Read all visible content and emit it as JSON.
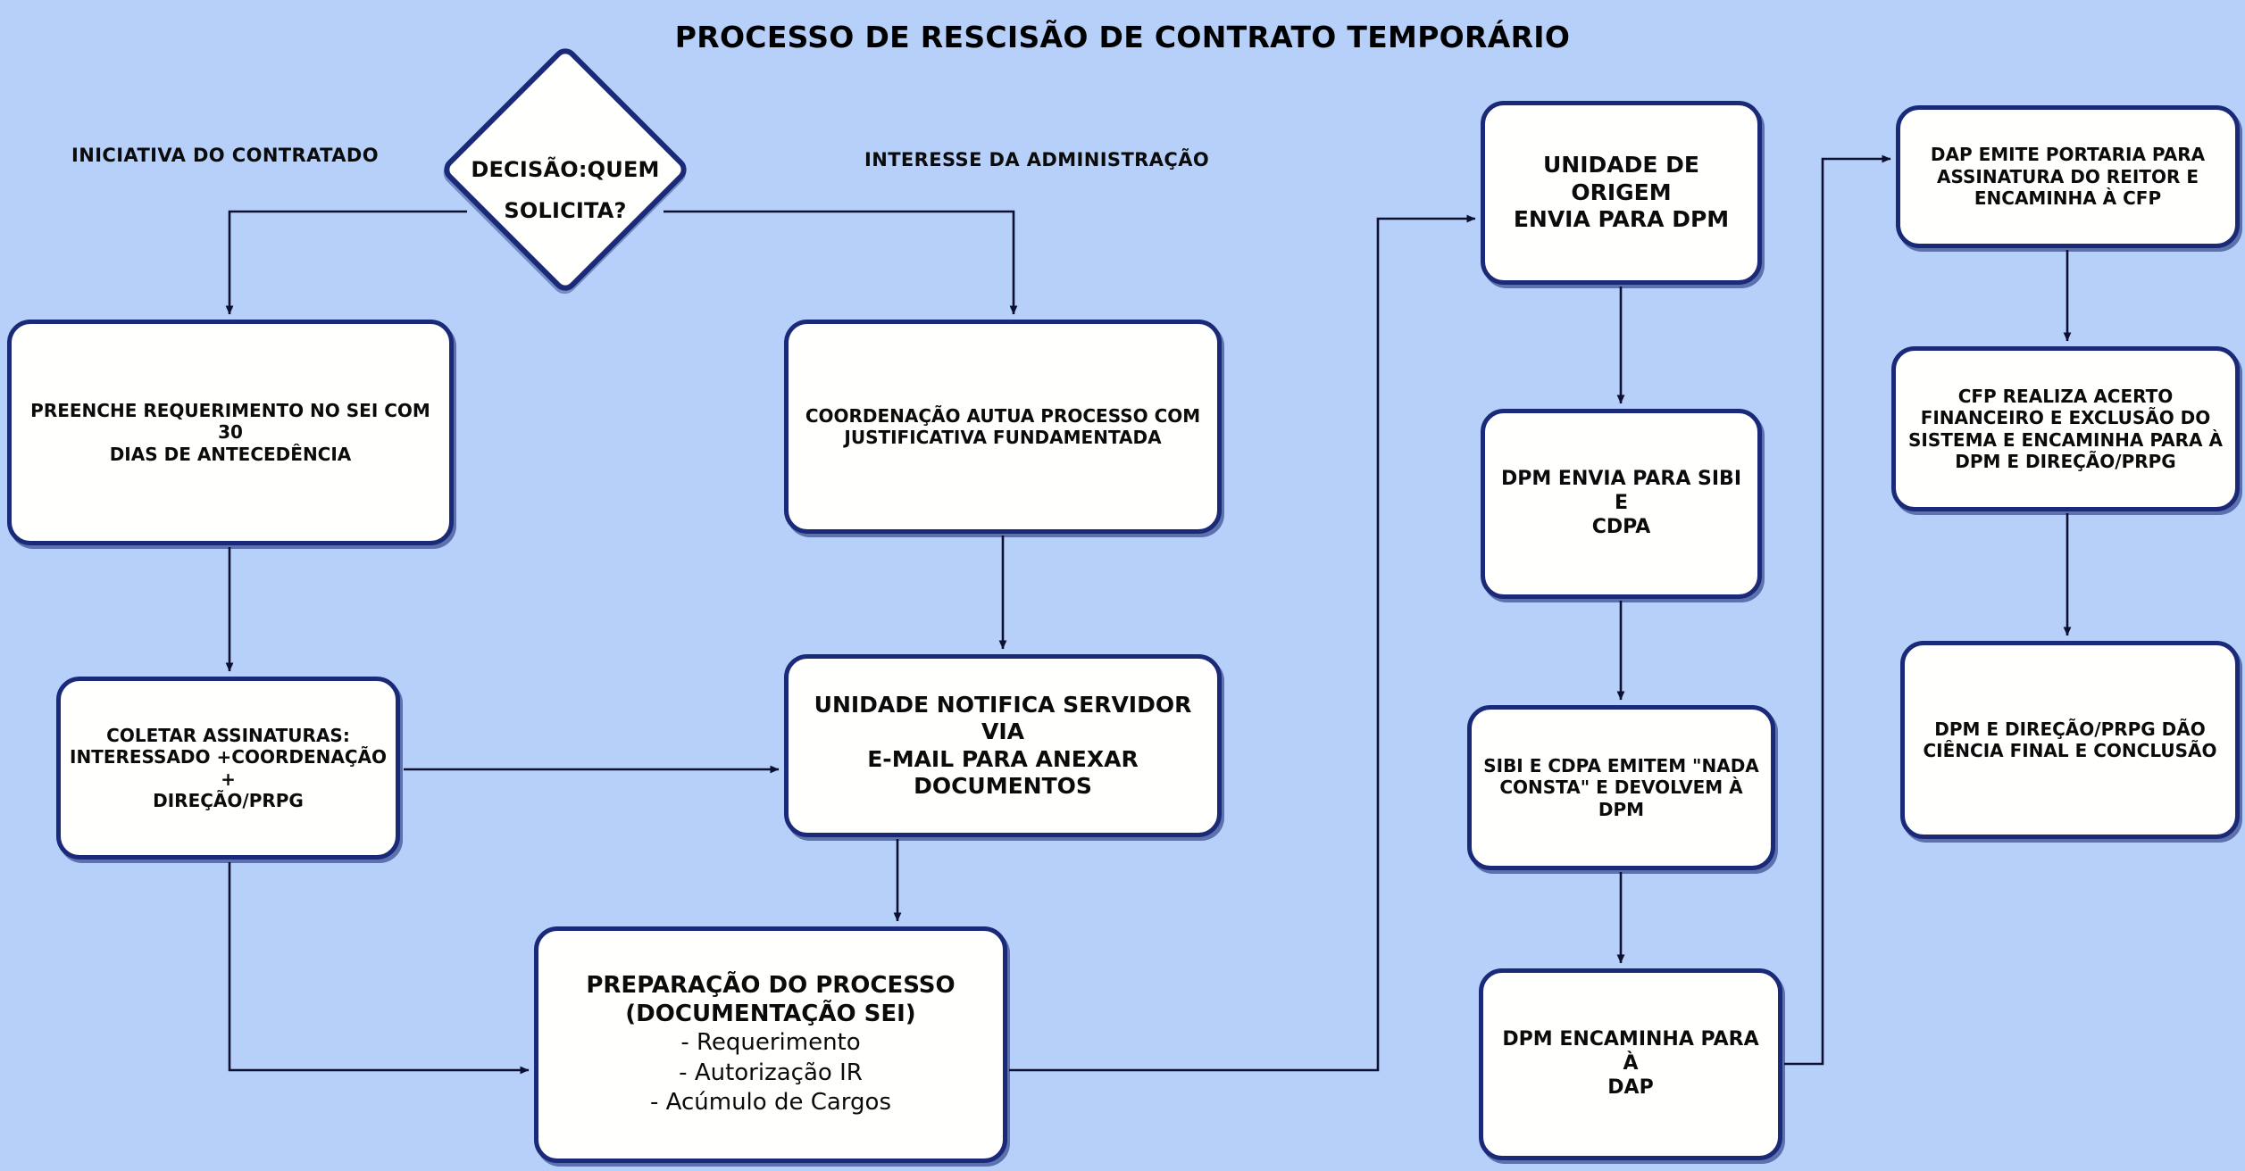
{
  "title": "PROCESSO DE RESCISÃO DE CONTRATO TEMPORÁRIO",
  "colors": {
    "background": "#b6d0fa",
    "node_fill": "#fffffe",
    "node_border": "#1b2a78",
    "connector": "#0d1030",
    "text": "#0b0b0b"
  },
  "decision": {
    "line1": "DECISÃO:QUEM",
    "line2": "SOLICITA?"
  },
  "branch_labels": {
    "left": "INICIATIVA DO CONTRATADO",
    "right": "INTERESSE DA ADMINISTRAÇÃO"
  },
  "nodes": [
    {
      "id": "preenche-requerimento",
      "text": "PREENCHE REQUERIMENTO NO SEI COM 30\nDIAS DE ANTECEDÊNCIA"
    },
    {
      "id": "coletar-assinaturas",
      "text": "COLETAR ASSINATURAS:\nINTERESSADO +COORDENAÇÃO +\nDIREÇÃO/PRPG"
    },
    {
      "id": "coordenacao-autua",
      "text": "COORDENAÇÃO AUTUA PROCESSO COM\nJUSTIFICATIVA FUNDAMENTADA"
    },
    {
      "id": "unidade-notifica",
      "text": "UNIDADE NOTIFICA SERVIDOR VIA\nE-MAIL PARA ANEXAR DOCUMENTOS"
    },
    {
      "id": "preparacao-processo",
      "heading": "PREPARAÇÃO DO PROCESSO\n(DOCUMENTAÇÃO SEI)",
      "items": "- Requerimento\n- Autorização IR\n- Acúmulo de Cargos"
    },
    {
      "id": "unidade-origem-dpm",
      "text": "UNIDADE DE ORIGEM\nENVIA PARA DPM"
    },
    {
      "id": "dpm-envia-sibi-cdpa",
      "text": "DPM ENVIA PARA SIBI E\nCDPA"
    },
    {
      "id": "sibi-cdpa-nada-consta",
      "text": "SIBI E CDPA EMITEM \"NADA\nCONSTA\" E DEVOLVEM À DPM"
    },
    {
      "id": "dpm-encaminha-dap",
      "text": "DPM ENCAMINHA PARA À\nDAP"
    },
    {
      "id": "dap-emite-portaria",
      "text": "DAP EMITE PORTARIA PARA\nASSINATURA DO REITOR E\nENCAMINHA À CFP"
    },
    {
      "id": "cfp-acerto-financeiro",
      "text": "CFP REALIZA ACERTO\nFINANCEIRO E EXCLUSÃO DO\nSISTEMA E ENCAMINHA PARA À\nDPM E DIREÇÃO/PRPG"
    },
    {
      "id": "dpm-direcao-conclusao",
      "text": "DPM E DIREÇÃO/PRPG DÃO\nCIÊNCIA FINAL E CONCLUSÃO"
    }
  ]
}
